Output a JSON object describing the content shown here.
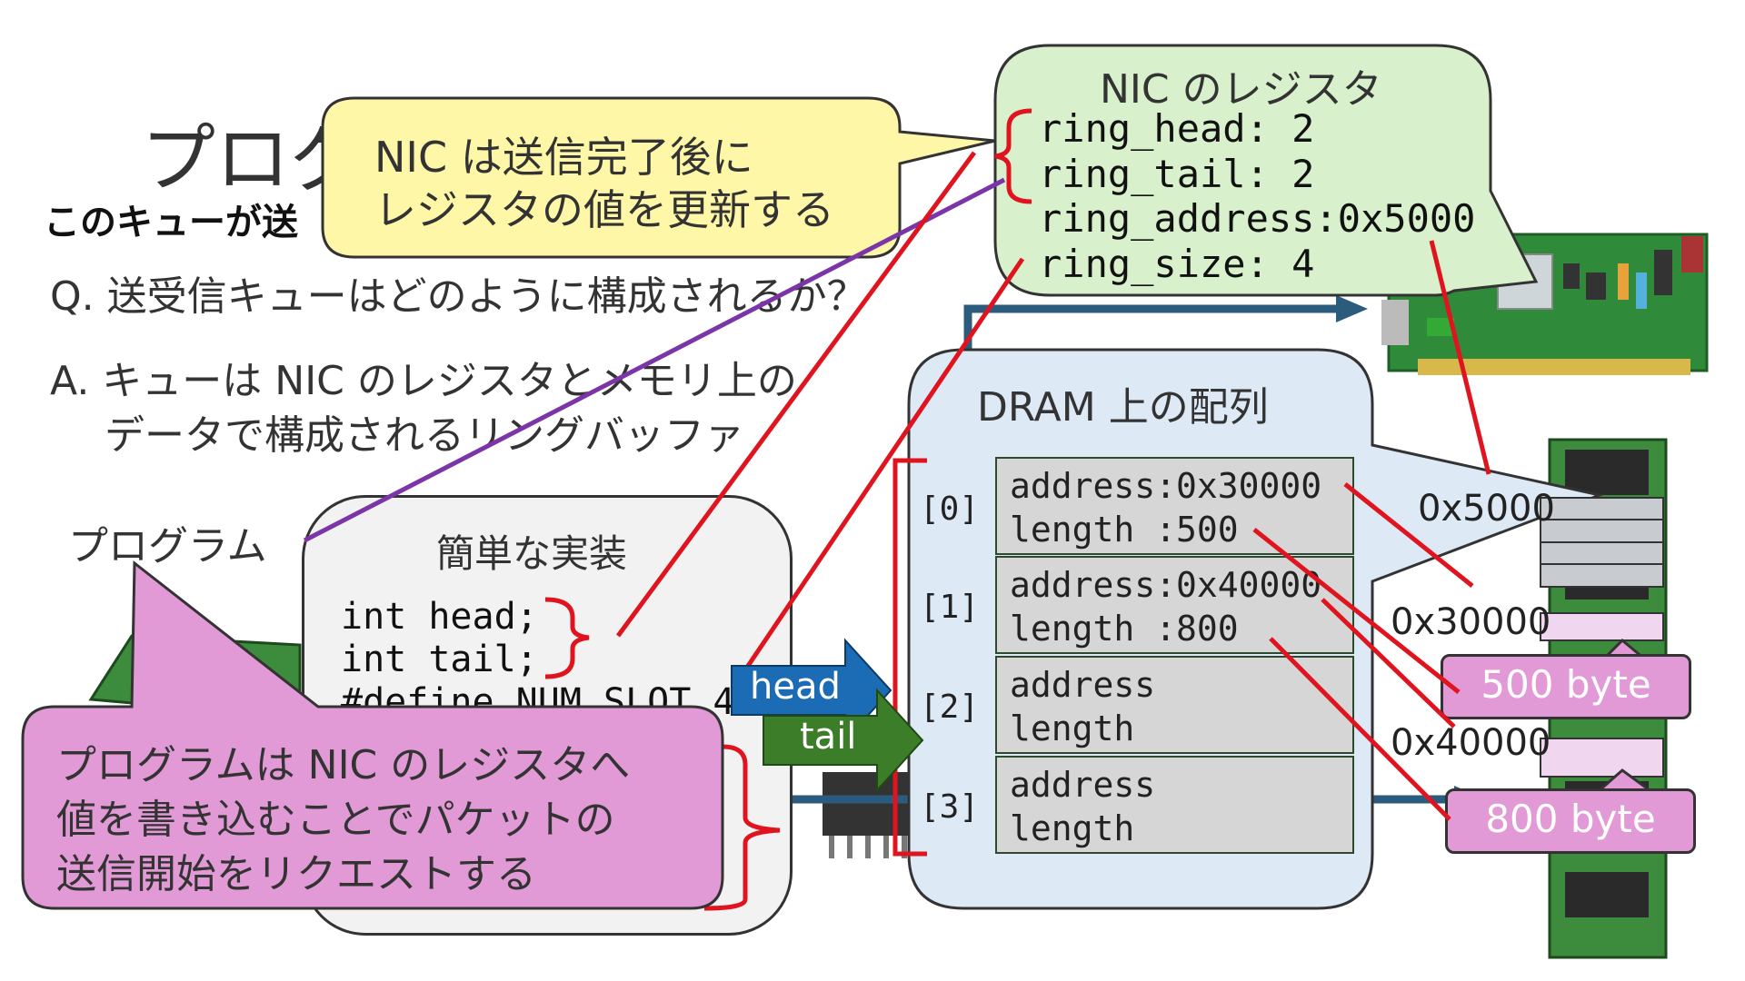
{
  "slide": {
    "title_partial": "プログ",
    "bold_line_partial": "このキューが送",
    "q_line": "Q. 送受信キューはどのように構成されるか？",
    "a_line1": "A. キューは NIC のレジスタとメモリ上の",
    "a_line2": "データで構成されるリングバッファ",
    "program_label": "プログラム"
  },
  "callout_nic_update": {
    "line1": "NIC は送信完了後に",
    "line2": "レジスタの値を更新する"
  },
  "register_box": {
    "title": "NIC のレジスタ",
    "lines": [
      "ring_head: 2",
      "ring_tail: 2",
      "ring_address:0x5000",
      "ring_size: 4"
    ]
  },
  "impl_box": {
    "title": "簡単な実装",
    "code": [
      "int head;",
      "int tail;",
      "#define NUM_SLOT 4"
    ]
  },
  "callout_program": {
    "line1": "プログラムは NIC のレジスタへ",
    "line2": "値を書き込むことでパケットの",
    "line3": "送信開始をリクエストする"
  },
  "dram_box": {
    "title": "DRAM 上の配列",
    "slots": [
      {
        "index": "[0]",
        "line1": "address:0x30000",
        "line2": "length :500"
      },
      {
        "index": "[1]",
        "line1": "address:0x40000",
        "line2": "length :800"
      },
      {
        "index": "[2]",
        "line1": "address",
        "line2": "length"
      },
      {
        "index": "[3]",
        "line1": "address",
        "line2": "length"
      }
    ]
  },
  "arrows": {
    "head": "head",
    "tail": "tail"
  },
  "memory": {
    "addr_ring": "0x5000",
    "addr_a": "0x30000",
    "addr_b": "0x40000",
    "buf_a": "500 byte",
    "buf_b": "800 byte"
  },
  "colors": {
    "callout_yellow": "#fff7a8",
    "register_green": "#d8f0cc",
    "dram_blue": "#dde9f5",
    "pink": "#e19ad6",
    "red_line": "#e0141e",
    "purple_line": "#7b35a8",
    "head_arrow": "#1c6bb5",
    "tail_arrow": "#3c7d2a"
  }
}
